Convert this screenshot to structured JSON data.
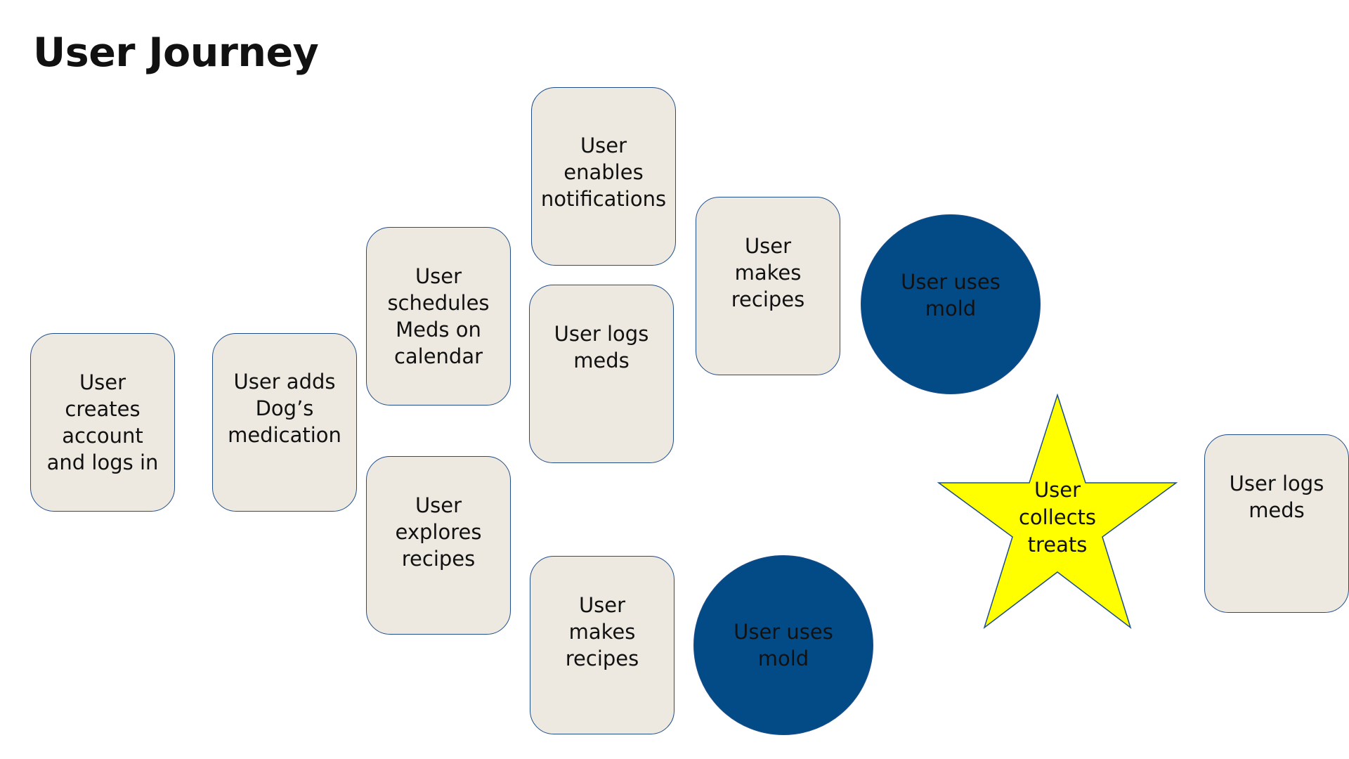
{
  "title": "User Journey",
  "colors": {
    "box_fill": "#ede9e1",
    "box_border": "#1f4e8a",
    "circle_fill": "#034b87",
    "star_fill": "#ffff00",
    "text": "#111111"
  },
  "steps": [
    {
      "id": "create-account",
      "shape": "rounded-rectangle",
      "label": [
        "User",
        "creates",
        "account",
        "and logs in"
      ]
    },
    {
      "id": "add-medication",
      "shape": "rounded-rectangle",
      "label": [
        "User adds",
        "Dog’s",
        "medication"
      ]
    },
    {
      "id": "schedule-meds",
      "shape": "rounded-rectangle",
      "label": [
        "User",
        "schedules",
        "Meds on",
        "calendar"
      ]
    },
    {
      "id": "explore-recipes",
      "shape": "rounded-rectangle",
      "label": [
        "User",
        "explores",
        "recipes"
      ]
    },
    {
      "id": "enable-notifications",
      "shape": "rounded-rectangle",
      "label": [
        "User",
        "enables",
        "notifications"
      ]
    },
    {
      "id": "logs-meds-1",
      "shape": "rounded-rectangle",
      "label": [
        "User logs",
        "meds"
      ]
    },
    {
      "id": "makes-recipes-1",
      "shape": "rounded-rectangle",
      "label": [
        "User",
        "makes",
        "recipes"
      ]
    },
    {
      "id": "makes-recipes-2",
      "shape": "rounded-rectangle",
      "label": [
        "User",
        "makes",
        "recipes"
      ]
    },
    {
      "id": "uses-mold-1",
      "shape": "circle",
      "label": [
        "User uses",
        "mold"
      ]
    },
    {
      "id": "uses-mold-2",
      "shape": "circle",
      "label": [
        "User uses",
        "mold"
      ]
    },
    {
      "id": "collects-treats",
      "shape": "star",
      "label": [
        "User",
        "collects",
        "treats"
      ]
    },
    {
      "id": "logs-meds-2",
      "shape": "rounded-rectangle",
      "label": [
        "User logs",
        "meds"
      ]
    }
  ]
}
